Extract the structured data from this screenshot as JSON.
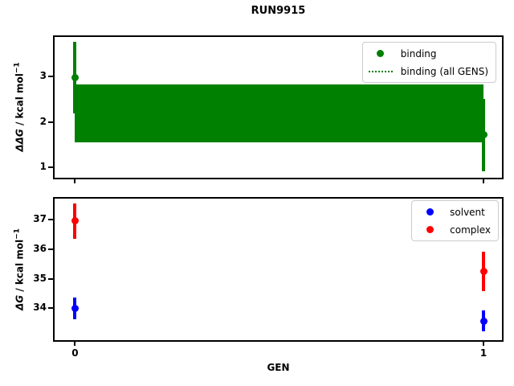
{
  "title": "RUN9915",
  "xlabel": "GEN",
  "colors": {
    "binding": "#008000",
    "solvent": "#0000ff",
    "complex": "#ff0000",
    "frame": "#000000",
    "legend_border": "#cccccc"
  },
  "chart_data": [
    {
      "type": "scatter",
      "name": "ddg-vs-gen",
      "ylabel_math": "ΔΔG",
      "ylabel_rest": " / kcal mol",
      "ylabel_sup": "−1",
      "xlim": [
        -0.05,
        1.045
      ],
      "ylim": [
        0.77,
        3.87
      ],
      "yticks": [
        1,
        2,
        3
      ],
      "xticks": [
        0,
        1
      ],
      "xtick_labels": false,
      "grid": false,
      "legend_position": "upper right",
      "band": {
        "label": "binding (all GENS)",
        "x_from": 0,
        "x_to": 1,
        "y_low": 1.55,
        "y_high": 2.82,
        "line_style": "dotted",
        "color": "#008000"
      },
      "series": [
        {
          "name": "binding",
          "color": "#008000",
          "x": [
            0,
            1
          ],
          "y": [
            2.97,
            1.71
          ],
          "yerr": [
            0.79,
            0.8
          ]
        }
      ],
      "legend": [
        {
          "label": "binding",
          "marker": "dot",
          "color": "#008000"
        },
        {
          "label": "binding (all GENS)",
          "marker": "dotted-line",
          "color": "#008000"
        }
      ]
    },
    {
      "type": "scatter",
      "name": "dg-vs-gen",
      "ylabel_math": "ΔG",
      "ylabel_rest": " / kcal mol",
      "ylabel_sup": "−1",
      "xlim": [
        -0.05,
        1.045
      ],
      "ylim": [
        32.92,
        37.72
      ],
      "yticks": [
        34,
        35,
        36,
        37
      ],
      "xticks": [
        0,
        1
      ],
      "xtick_labels": true,
      "grid": false,
      "legend_position": "upper right",
      "series": [
        {
          "name": "solvent",
          "color": "#0000ff",
          "x": [
            0,
            1
          ],
          "y": [
            34.0,
            33.57
          ],
          "yerr": [
            0.37,
            0.35
          ]
        },
        {
          "name": "complex",
          "color": "#ff0000",
          "x": [
            0,
            1
          ],
          "y": [
            36.96,
            35.25
          ],
          "yerr": [
            0.6,
            0.68
          ]
        }
      ],
      "legend": [
        {
          "label": "solvent",
          "marker": "dot",
          "color": "#0000ff"
        },
        {
          "label": "complex",
          "marker": "dot",
          "color": "#ff0000"
        }
      ]
    }
  ]
}
